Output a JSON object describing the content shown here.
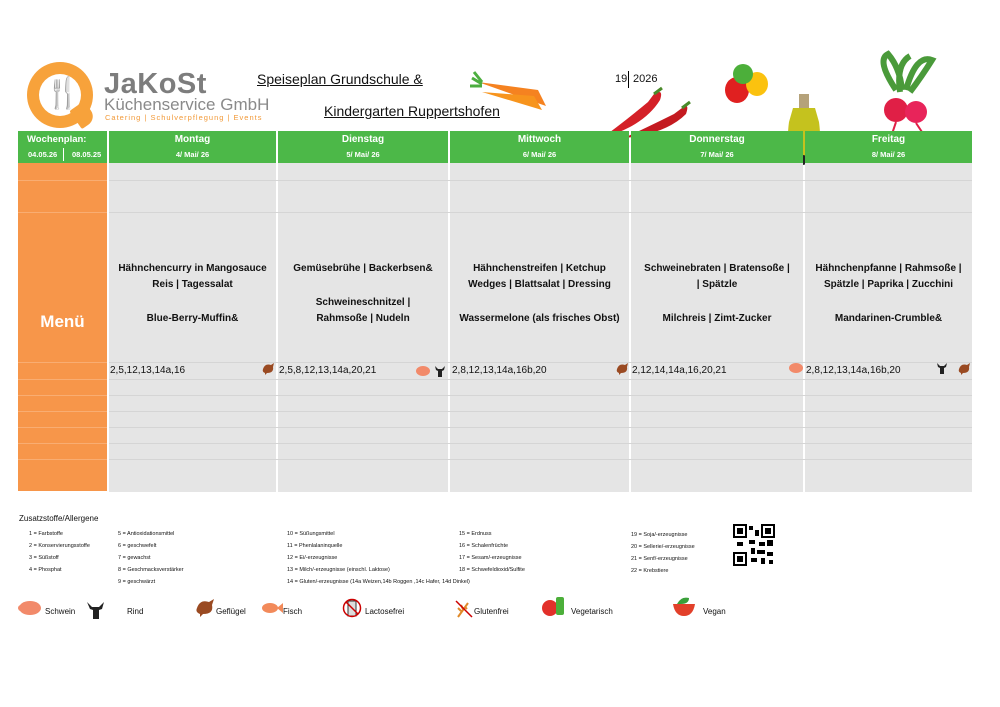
{
  "logo": {
    "name": "JaKoSt",
    "sub": "Küchenservice GmbH",
    "tagline": "Catering | Schulverpflegung | Events"
  },
  "title": {
    "line1": "Speiseplan Grundschule &",
    "line2": "Kindergarten Ruppertshofen",
    "week": "19",
    "year": "2026"
  },
  "week_plan": {
    "label": "Wochenplan:",
    "from": "04.05.26",
    "to": "08.05.25"
  },
  "side_label": "Menü",
  "days": [
    {
      "name": "Montag",
      "date": "4/ Mai/ 26",
      "line1": "Hähnchencurry in Mangosauce",
      "line2": "Reis | Tagessalat",
      "line3": "",
      "line4": "Blue-Berry-Muffin&",
      "allergens": "2,5,12,13,14a,16"
    },
    {
      "name": "Dienstag",
      "date": "5/ Mai/ 26",
      "line1": "Gemüsebrühe | Backerbsen&",
      "line2": "",
      "line3": "Schweineschnitzel |",
      "line4": "Rahmsoße | Nudeln",
      "allergens": "2,5,8,12,13,14a,20,21"
    },
    {
      "name": "Mittwoch",
      "date": "6/ Mai/ 26",
      "line1": "Hähnchenstreifen | Ketchup",
      "line2": "Wedges | Blattsalat | Dressing",
      "line3": "",
      "line4": "Wassermelone (als frisches Obst)",
      "allergens": "2,8,12,13,14a,16b,20"
    },
    {
      "name": "Donnerstag",
      "date": "7/ Mai/ 26",
      "line1": "Schweinebraten |  Bratensoße |",
      "line2": "|  Spätzle",
      "line3": "",
      "line4": "Milchreis | Zimt-Zucker",
      "allergens": "2,12,14,14a,16,20,21"
    },
    {
      "name": "Freitag",
      "date": "8/ Mai/ 26",
      "line1": "Hähnchenpfanne | Rahmsoße |",
      "line2": "Spätzle | Paprika | Zucchini",
      "line3": "",
      "line4": "Mandarinen-Crumble&",
      "allergens": "2,8,12,13,14a,16b,20"
    }
  ],
  "legend": {
    "title": "Zusatzstoffe/Allergene",
    "col1": [
      "1 = Farbstoffe",
      "2 = Konservierungsstoffe",
      "3 = Süßstoff",
      "4 = Phosphat"
    ],
    "col2": [
      "5 = Antioxidationsmittel",
      "6 = geschwefelt",
      "7 = gewachst",
      "8 = Geschmacksverstärker",
      "9 = geschwärzt"
    ],
    "col3": [
      "10 = Süßungsmittel",
      "11 = Phenlalaninquelle",
      "12 = Ei/-erzeugnisse",
      "13 = Milch/-erzeugnisse (einschl. Laktose)",
      "14 = Gluten/-erzeugnisse (14a Weizen,14b Roggen ,14c Hafer, 14d Dinkel)"
    ],
    "col4": [
      "15 = Erdnuss",
      "16 = Schalenfrüchte",
      "17 = Sesam/-erzeugnisse",
      "18 = Schwefeldioxid/Sulfite"
    ],
    "col5": [
      "19 = Soja/-erzeugnisse",
      "20 = Sellerie/-erzeugnisse",
      "21 = Senf/-erzeugnisse",
      "22 = Krebstiere"
    ]
  },
  "symbols": {
    "schwein": "Schwein",
    "rind": "Rind",
    "gefluegel": "Geflügel",
    "fisch": "Fisch",
    "lactosefrei": "Lactosefrei",
    "glutenfrei": "Glutenfrei",
    "vegetarisch": "Vegetarisch",
    "vegan": "Vegan"
  },
  "colors": {
    "green": "#4cb848",
    "orange": "#f7964a",
    "grey": "#e5e5e5"
  }
}
